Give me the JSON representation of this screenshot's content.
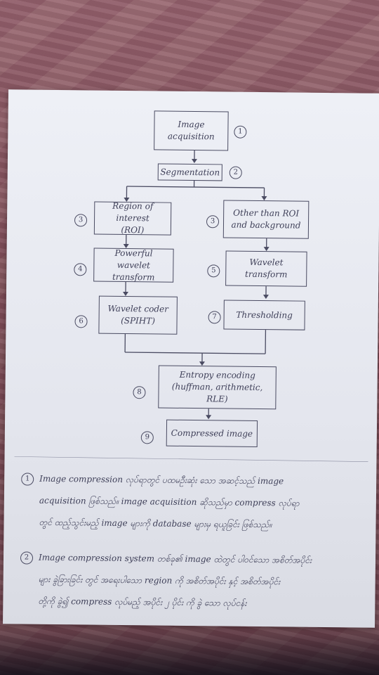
{
  "flowchart": {
    "steps": {
      "image_acquisition": {
        "line1": "Image",
        "line2": "acquisition",
        "num": "1"
      },
      "segmentation": {
        "label": "Segmentation",
        "num": "2"
      },
      "roi": {
        "line1": "Region of interest",
        "line2": "(ROI)",
        "num": "3"
      },
      "other": {
        "line1": "Other than ROI",
        "line2": "and background",
        "num": "3"
      },
      "powerful_wavelet": {
        "line1": "Powerful wavelet",
        "line2": "transform",
        "num": "4"
      },
      "wavelet_transform": {
        "line1": "Wavelet",
        "line2": "transform",
        "num": "5"
      },
      "wavelet_coder": {
        "line1": "Wavelet coder",
        "line2": "(SPIHT)",
        "num": "6"
      },
      "thresholding": {
        "label": "Thresholding",
        "num": "7"
      },
      "entropy": {
        "line1": "Entropy encoding",
        "line2": "(huffman, arithmetic, RLE)",
        "num": "8"
      },
      "compressed": {
        "label": "Compressed image",
        "num": "9"
      }
    }
  },
  "notes": [
    {
      "num": "1",
      "lines": [
        "Image compression လုပ်ရာတွင် ပထမဦးဆုံး သော အဆင့်သည် image",
        "acquisition ဖြစ်သည်။ image acquisition ဆိုသည်မှာ compress လုပ်ရာ",
        "တွင် ထည့်သွင်းမည့် image များကို database များမှ ရယူခြင်း ဖြစ်သည်။"
      ]
    },
    {
      "num": "2",
      "lines": [
        "Image compression system တစ်ခု၏ image ထဲတွင် ပါဝင်သော အစိတ်အပိုင်း",
        "များ ခွဲခြားခြင်း တွင် အရေးပါသော region ကို အစိတ်အပိုင်း နှင့် အစိတ်အပိုင်း",
        "တို့ကို ခွဲ၍ compress လုပ်မည့် အပိုင်း ၂ ပိုင်း ကို ခွဲ သော လုပ်ငန်း"
      ]
    }
  ]
}
